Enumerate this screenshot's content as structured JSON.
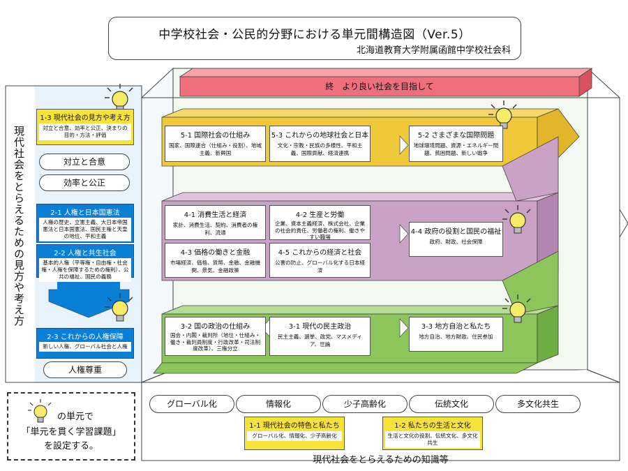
{
  "title": {
    "main": "中学校社会・公民的分野における単元間構造図（Ver.5）",
    "sub": "北海道教育大学附属函館中学校社会科"
  },
  "left_side_label": "現代社会をとらえるための見方や考え方",
  "top_banner": "終　より良い社会を目指して",
  "left_column": {
    "unit_1_3": {
      "title": "1-3 現代社会の見方や考え方",
      "body": "対立と合意、効率と公正、決まりの目的・方法・評価"
    },
    "oval_1": "対立と合意",
    "oval_2": "効率と公正",
    "unit_2_1": {
      "title": "2-1 人権と日本国憲法",
      "body": "人権の歴史、立憲主義、大日本帝国憲法と日本国憲法、国民主権と天皇の地位、平和主義"
    },
    "unit_2_2": {
      "title": "2-2 人権と共生社会",
      "body": "基本的人権（平等権・自由権・社会権・人権を保障するための権利）、公共の福祉、国民の義務"
    },
    "unit_2_3": {
      "title": "2-3 これからの人権保障",
      "body": "新しい人権、グローバル社会と人権"
    },
    "oval_3": "人権尊重"
  },
  "layer_top": {
    "unit_5_1": {
      "title": "5-1 国際社会の仕組み",
      "body": "国家、国際連合（仕組み・役割）、地域主義、新興国"
    },
    "unit_5_3": {
      "title": "5-3 これからの地球社会と日本",
      "body": "文化・宗教・民族の多様性、平和主義、国際貢献、経済連携"
    },
    "unit_5_2": {
      "title": "5-2 さまざまな国際問題",
      "body": "地球環境問題、資源・エネルギー問題、貧困問題、新しい戦争"
    }
  },
  "layer_mid": {
    "unit_4_1": {
      "title": "4-1 消費生活と経済",
      "body": "家計、消費生活、契約、消費者の権利、流通"
    },
    "unit_4_2": {
      "title": "4-2 生産と労働",
      "body": "企業、資本主義経済、株式会社、企業の社会的責任、労働者の権利、働きやすい職場"
    },
    "unit_4_3": {
      "title": "4-3 価格の働きと金融",
      "body": "市場経済、価格、貨幣、金融、金融機関、景気、金融政策"
    },
    "unit_4_5": {
      "title": "4-5 これからの経済と社会",
      "body": "公害の防止、グローバル化する日本経済"
    },
    "unit_4_4": {
      "title": "4-4 政府の役割と国民の福祉",
      "body": "政府、財政、社会保障"
    }
  },
  "layer_bottom": {
    "unit_3_2": {
      "title": "3-2 国の政治の仕組み",
      "body": "国会・内閣・裁判所（地位・仕組み・働き・裁判員制度・行政改革・司法制度改革）、三権分立"
    },
    "unit_3_1": {
      "title": "3-1 現代の民主政治",
      "body": "民主主義、選挙、政党、マスメディア、世論"
    },
    "unit_3_3": {
      "title": "3-3 地方自治と私たち",
      "body": "地方自治、地方財政、住民参加"
    }
  },
  "base_ovals": [
    "グローバル化",
    "情報化",
    "少子高齢化",
    "伝統文化",
    "多文化共生"
  ],
  "base_units": {
    "unit_1_1": {
      "title": "1-1 現代社会の特色と私たち",
      "body": "グローバル化、情報化、少子高齢化"
    },
    "unit_1_2": {
      "title": "1-2 私たちの生活と文化",
      "body": "生活と文化の役割、伝統文化、多文化共生"
    }
  },
  "base_label": "現代社会をとらえるための知識等",
  "legend": {
    "line1": "の単元で",
    "line2": "「単元を貫く学習課題」",
    "line3": "を設定する。"
  },
  "colors": {
    "yellow_layer": "#f0c93a",
    "purple_layer": "#c9a2c6",
    "green_layer": "#8cc65a",
    "banner": "#ef6f7d",
    "blue_box": "#0a7fd6",
    "yellow_box": "#f7e33a"
  }
}
